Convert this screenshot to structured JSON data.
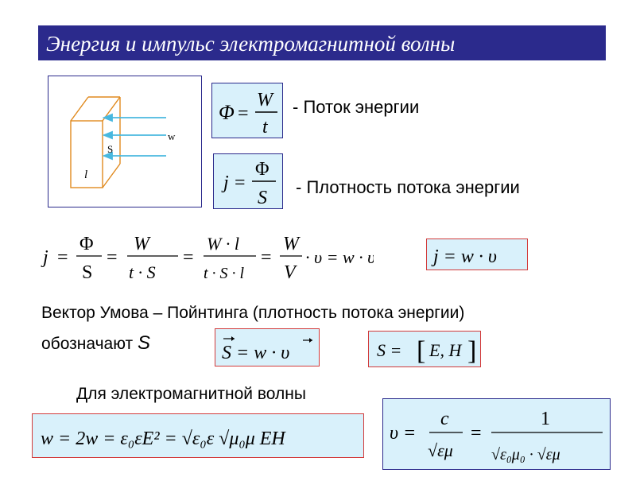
{
  "slide": {
    "title": "Энергия и импульс электромагнитной волны",
    "colors": {
      "title_bg": "#2b2a8c",
      "formula_bg": "#d9f1fb",
      "arrow": "#49b8df",
      "box_red": "#d23a3a",
      "box_blue": "#2b2a8c"
    }
  },
  "diagram": {
    "label_w": "w",
    "label_s": "S",
    "label_l": "l"
  },
  "formulas": {
    "flux": {
      "lhs": "Φ",
      "eq": "=",
      "num": "W",
      "den": "t",
      "caption": "- Поток энергии"
    },
    "density": {
      "lhs": "j",
      "eq": "=",
      "num": "Φ",
      "den": "S",
      "caption": "- Плотность потока энергии"
    },
    "chain": {
      "j": "j",
      "eq": "=",
      "f1_num": "Φ",
      "f1_den": "S",
      "f2_num": "W",
      "f2_den": "t · S",
      "f3_num": "W · l",
      "f3_den": "t · S · l",
      "f4_num": "W",
      "f4_den": "V",
      "tail": "· υ = w · υ"
    },
    "boxed_j": "j = w · υ",
    "umov_text_1": "Вектор Умова – Пойнтинга (плотность потока энергии)",
    "umov_text_2": "обозначают",
    "umov_symbol": "S",
    "vec_s1": "S = w · υ",
    "vec_s2_lhs": "S =",
    "vec_s2_rhs": "E, H",
    "em_wave_caption": "Для электромагнитной волны",
    "w_formula": "w = 2w = ε₀εE² = √ε₀ε √μ₀μ EH",
    "v_formula": {
      "lhs": "υ =",
      "num1": "c",
      "den1": "√εμ",
      "eq2": "=",
      "num2": "1",
      "den2": "√ε₀μ₀ · √εμ"
    }
  }
}
